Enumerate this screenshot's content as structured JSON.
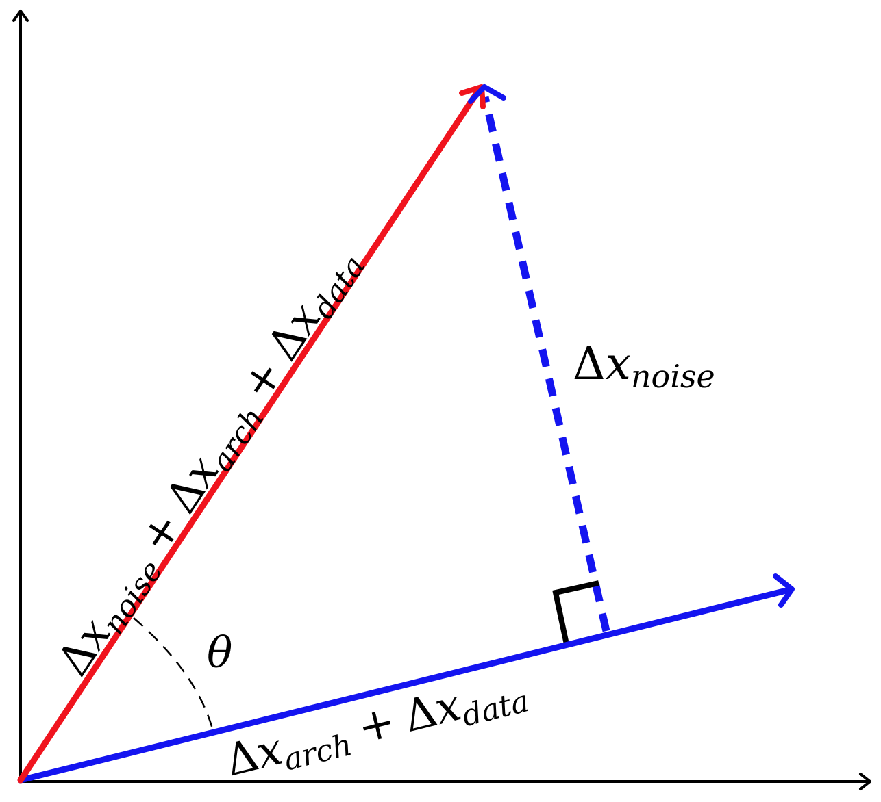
{
  "colors": {
    "axis": "#000000",
    "red_vector": "#f0141e",
    "blue_vector": "#1414f0",
    "background": "#ffffff"
  },
  "labels": {
    "red_vector": {
      "d1": "Δ",
      "x1": "x",
      "s1": "noise",
      "p1": "+",
      "d2": "Δ",
      "x2": "x",
      "s2": "arch",
      "p2": "+",
      "d3": "Δ",
      "x3": "x",
      "s3": "data"
    },
    "blue_vector": {
      "d1": "Δ",
      "x1": "x",
      "s1": "arch",
      "p1": "+",
      "d2": "Δ",
      "x2": "x",
      "s2": "data"
    },
    "noise_vector": {
      "d": "Δ",
      "x": "x",
      "s": "noise"
    },
    "angle": "θ"
  },
  "icons": [
    "right-angle-marker",
    "arrowhead-icon"
  ]
}
